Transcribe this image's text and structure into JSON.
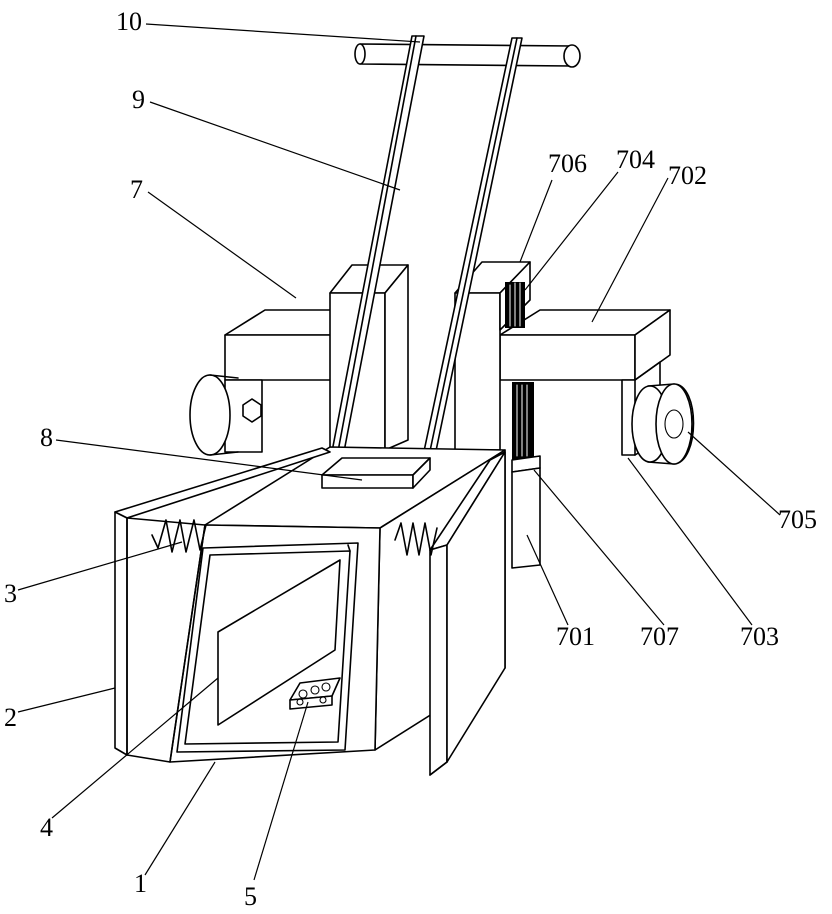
{
  "labels": {
    "l10": "10",
    "l9": "9",
    "l7": "7",
    "l706": "706",
    "l704": "704",
    "l702": "702",
    "l8": "8",
    "l705": "705",
    "l3": "3",
    "l701": "701",
    "l707": "707",
    "l703": "703",
    "l2": "2",
    "l4": "4",
    "l1": "1",
    "l5": "5"
  }
}
